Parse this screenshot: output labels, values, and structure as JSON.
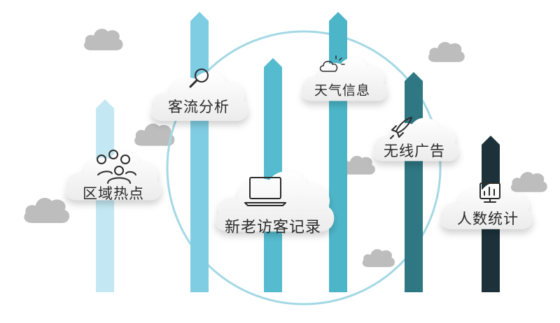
{
  "features": [
    {
      "id": "hotspot",
      "label": "区域热点",
      "icon": "people-group-icon"
    },
    {
      "id": "flow",
      "label": "客流分析",
      "icon": "magnifier-icon"
    },
    {
      "id": "visitor",
      "label": "新老访客记录",
      "icon": "laptop-icon"
    },
    {
      "id": "weather",
      "label": "天气信息",
      "icon": "weather-cloud-sun-icon"
    },
    {
      "id": "ads",
      "label": "无线广告",
      "icon": "rocket-icon"
    },
    {
      "id": "stats",
      "label": "人数统计",
      "icon": "bar-chart-monitor-icon"
    }
  ],
  "colors": {
    "bar1": "#c4e8f3",
    "bar2": "#7fcde3",
    "bar3": "#55bccf",
    "bar4": "#4cb6c8",
    "bar5": "#2e7783",
    "bar6": "#1c3139",
    "ring": "#9fd6e2",
    "cloud_gray": "#bcbcbc"
  }
}
